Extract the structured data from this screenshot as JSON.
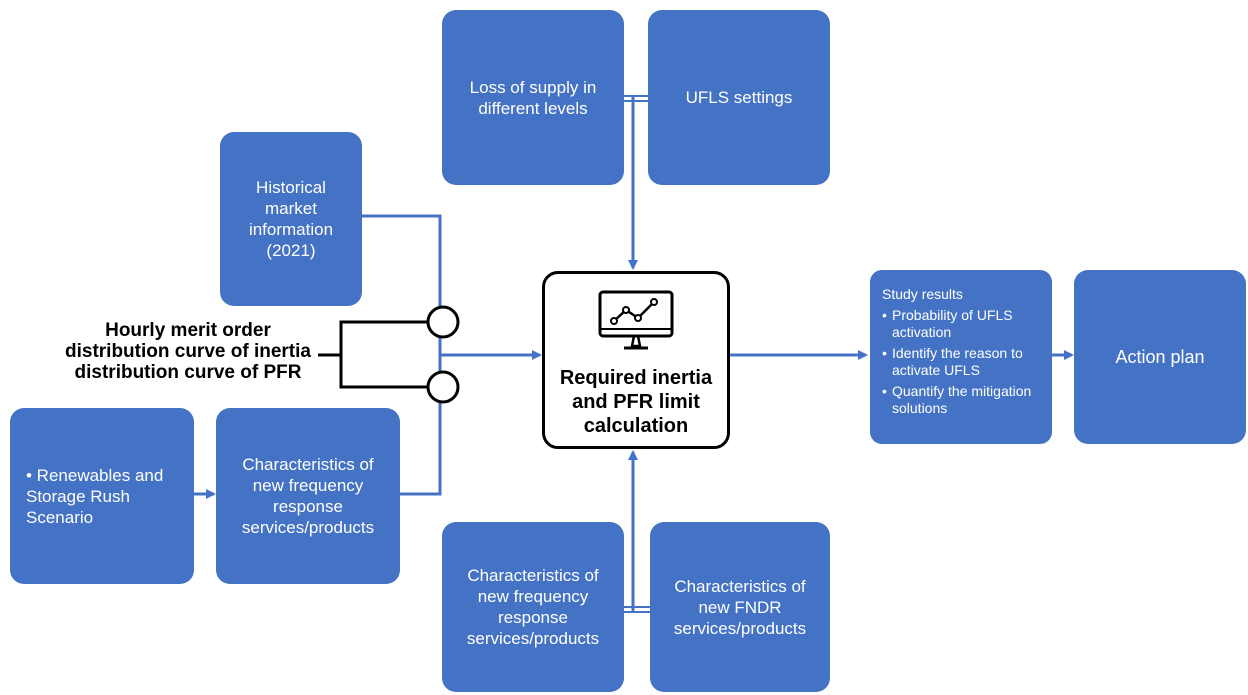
{
  "boxes": {
    "loss_of_supply": "Loss of supply in different levels",
    "ufls_settings": "UFLS settings",
    "historical_market": "Historical market information (2021)",
    "renewables": "• Renewables and Storage Rush Scenario",
    "characteristics_left": "Characteristics of new frequency response services/products",
    "characteristics_bottom": "Characteristics of new frequency response services/products",
    "characteristics_fndr": "Characteristics of new FNDR services/products",
    "action_plan": "Action plan"
  },
  "side_label": {
    "line1": "Hourly merit order",
    "line2": "distribution curve of inertia",
    "line3": "distribution curve of PFR"
  },
  "center": {
    "title": "Required inertia and PFR limit calculation",
    "icon": "monitor-line-chart-icon"
  },
  "results": {
    "heading": "Study results",
    "items": [
      {
        "bullet": "•",
        "text": "Probability of UFLS activation"
      },
      {
        "bullet": "•",
        "text": "Identify the reason to activate UFLS"
      },
      {
        "bullet": "•",
        "text": "Quantify the mitigation solutions"
      }
    ]
  },
  "colors": {
    "box": "#4472c4",
    "connector": "#4472c4",
    "center_border": "#000000"
  }
}
